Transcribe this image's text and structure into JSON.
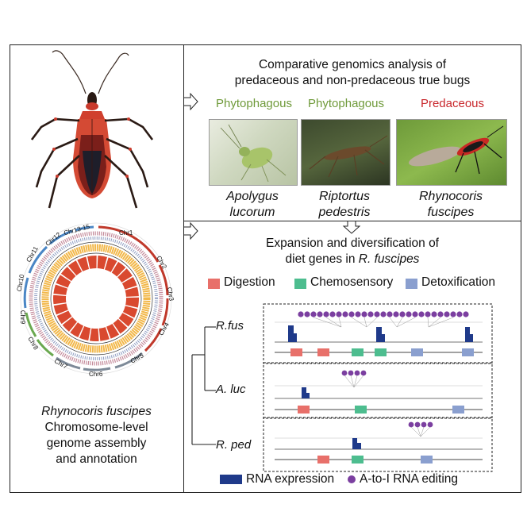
{
  "top_panel": {
    "title_line1": "Comparative genomics analysis of",
    "title_line2": "predaceous and non-predaceous true bugs",
    "species": [
      {
        "diet": "Phytophagous",
        "genus": "Apolygus",
        "epithet": "lucorum"
      },
      {
        "diet": "Phytophagous",
        "genus": "Riptortus",
        "epithet": "pedestris"
      },
      {
        "diet": "Predaceous",
        "genus": "Rhynocoris",
        "epithet": "fuscipes"
      }
    ]
  },
  "left_panel": {
    "species_name": "Rhynocoris fuscipes",
    "caption_line1": "Chromosome-level",
    "caption_line2": "genome assembly",
    "caption_line3": "and annotation",
    "chromosomes": [
      "Chr1",
      "Chr2",
      "Chr3",
      "Chr4",
      "Chr5",
      "Chr6",
      "Chr7",
      "Chr8",
      "Chr9",
      "Chr10",
      "Chr11",
      "Chr12",
      "Chr13-15"
    ]
  },
  "bottom_panel": {
    "title_line1": "Expansion and diversification of",
    "title_line2_prefix": "diet genes in ",
    "title_line2_species": "R. fuscipes",
    "legend": [
      {
        "label": "Digestion",
        "color": "#e8706a"
      },
      {
        "label": "Chemosensory",
        "color": "#4dbd8f"
      },
      {
        "label": "Detoxification",
        "color": "#8a9fcf"
      }
    ],
    "tree_species": [
      "R.fus",
      "A. luc",
      "R. ped"
    ],
    "bottom_legend": {
      "expression": "RNA expression",
      "editing": "A-to-I RNA editing",
      "expression_color": "#1f3a8a",
      "editing_color": "#7b3fa0"
    }
  }
}
